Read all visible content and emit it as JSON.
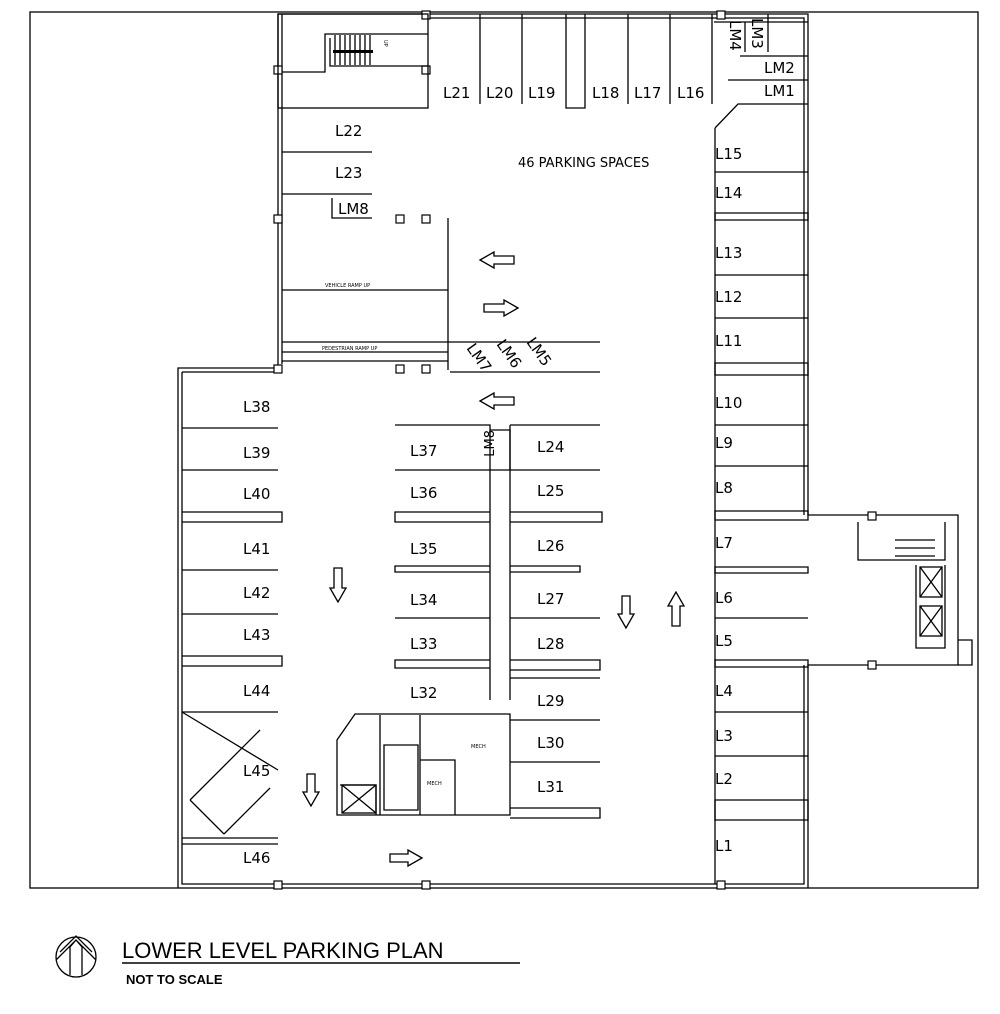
{
  "plan": {
    "title": "LOWER LEVEL PARKING PLAN",
    "subtitle": "NOT TO SCALE",
    "capacity_label": "46 PARKING SPACES",
    "vehicle_ramp": "VEHICLE RAMP UP",
    "pedestrian_ramp": "PEDESTRIAN RAMP UP",
    "up_label": "UP",
    "mech_label": "MECH",
    "spaces": {
      "L1": "L1",
      "L2": "L2",
      "L3": "L3",
      "L4": "L4",
      "L5": "L5",
      "L6": "L6",
      "L7": "L7",
      "L8": "L8",
      "L9": "L9",
      "L10": "L10",
      "L11": "L11",
      "L12": "L12",
      "L13": "L13",
      "L14": "L14",
      "L15": "L15",
      "L16": "L16",
      "L17": "L17",
      "L18": "L18",
      "L19": "L19",
      "L20": "L20",
      "L21": "L21",
      "L22": "L22",
      "L23": "L23",
      "L24": "L24",
      "L25": "L25",
      "L26": "L26",
      "L27": "L27",
      "L28": "L28",
      "L29": "L29",
      "L30": "L30",
      "L31": "L31",
      "L32": "L32",
      "L33": "L33",
      "L34": "L34",
      "L35": "L35",
      "L36": "L36",
      "L37": "L37",
      "L38": "L38",
      "L39": "L39",
      "L40": "L40",
      "L41": "L41",
      "L42": "L42",
      "L43": "L43",
      "L44": "L44",
      "L45": "L45",
      "L46": "L46",
      "LM1": "LM1",
      "LM2": "LM2",
      "LM3": "LM3",
      "LM4": "LM4",
      "LM5": "LM5",
      "LM6": "LM6",
      "LM7": "LM7",
      "LM8": "LM8",
      "LM8b": "LM8"
    }
  }
}
